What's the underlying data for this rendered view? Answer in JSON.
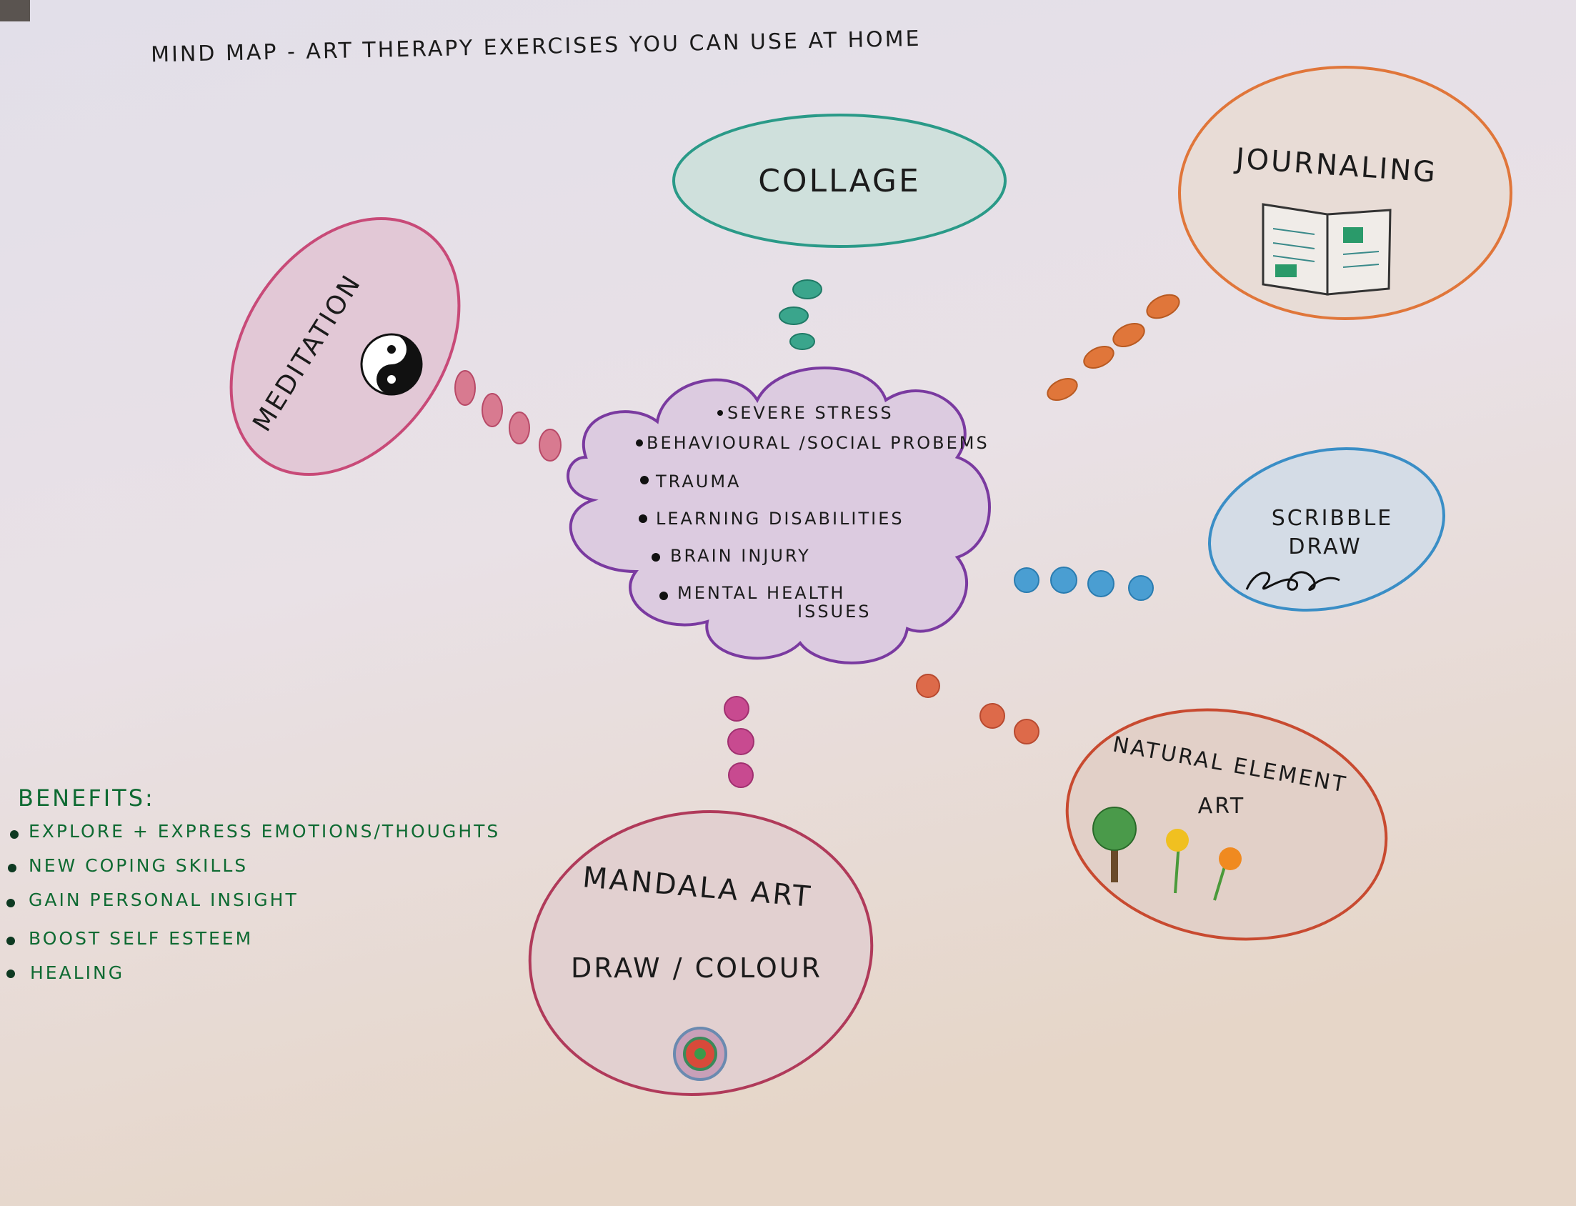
{
  "title": "Mind Map - Art Therapy Exercises You Can Use At Home",
  "center": {
    "items": [
      "Severe stress",
      "Behavioural /social probems",
      "Trauma",
      "Learning disabilities",
      "Brain injury",
      "Mental health",
      "issues"
    ]
  },
  "nodes": {
    "collage": {
      "label": "Collage",
      "color": "#2a9a88"
    },
    "journaling": {
      "label": "Journaling",
      "color": "#e0763a",
      "icon": "book-icon"
    },
    "meditation": {
      "label": "Meditation",
      "color": "#c84a78",
      "icon": "yin-yang-icon"
    },
    "scribble": {
      "label_line1": "Scribble",
      "label_line2": "Draw",
      "color": "#3a8ec6",
      "icon": "scribble-icon"
    },
    "natural": {
      "label_line1": "Natural Element",
      "label_line2": "Art",
      "color": "#c84a30",
      "icon": "tree-flowers-icon"
    },
    "mandala": {
      "label_line1": "Mandala Art",
      "label_line2": "Draw / Colour",
      "color": "#b03a5a",
      "icon": "mandala-icon"
    }
  },
  "benefits": {
    "heading": "Benefits:",
    "items": [
      "Explore + express emotions/thoughts",
      "New coping skills",
      "Gain personal insight",
      "Boost self esteem",
      "Healing"
    ]
  }
}
